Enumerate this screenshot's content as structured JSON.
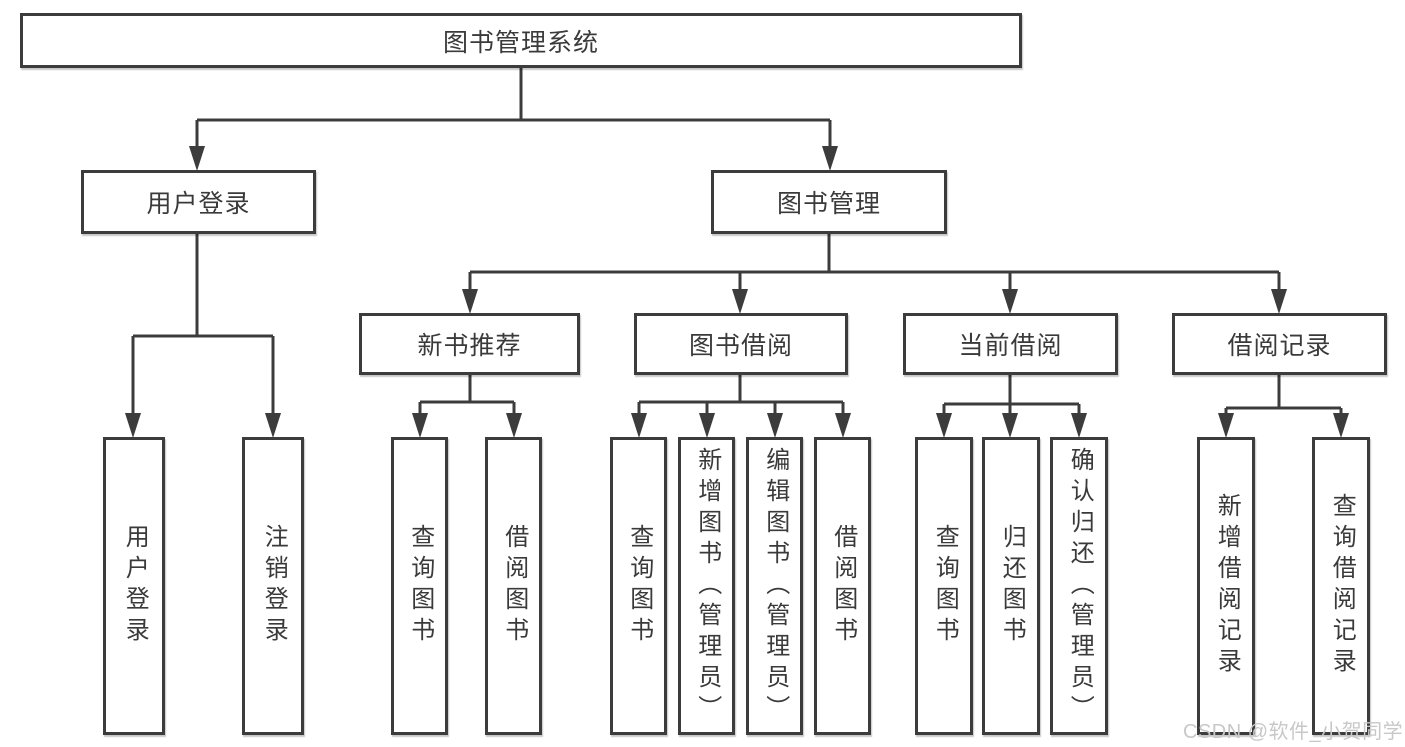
{
  "tree": {
    "label": "图书管理系统",
    "children": [
      {
        "label": "用户登录",
        "children": [
          {
            "label": "用户登录"
          },
          {
            "label": "注销登录"
          }
        ]
      },
      {
        "label": "图书管理",
        "children": [
          {
            "label": "新书推荐",
            "children": [
              {
                "label": "查询图书"
              },
              {
                "label": "借阅图书"
              }
            ]
          },
          {
            "label": "图书借阅",
            "children": [
              {
                "label": "查询图书"
              },
              {
                "label": "新增图书（管理员）"
              },
              {
                "label": "编辑图书（管理员）"
              },
              {
                "label": "借阅图书"
              }
            ]
          },
          {
            "label": "当前借阅",
            "children": [
              {
                "label": "查询图书"
              },
              {
                "label": "归还图书"
              },
              {
                "label": "确认归还（管理员）"
              }
            ]
          },
          {
            "label": "借阅记录",
            "children": [
              {
                "label": "新增借阅记录"
              },
              {
                "label": "查询借阅记录"
              }
            ]
          }
        ]
      }
    ]
  },
  "watermark": {
    "text": "CSDN @软件_小贺同学"
  },
  "colors": {
    "line": "#3c3c3c",
    "box_border": "#3c3c3c",
    "text": "#3a3a3a",
    "background": "#ffffff",
    "watermark": "#c8c8c8"
  }
}
